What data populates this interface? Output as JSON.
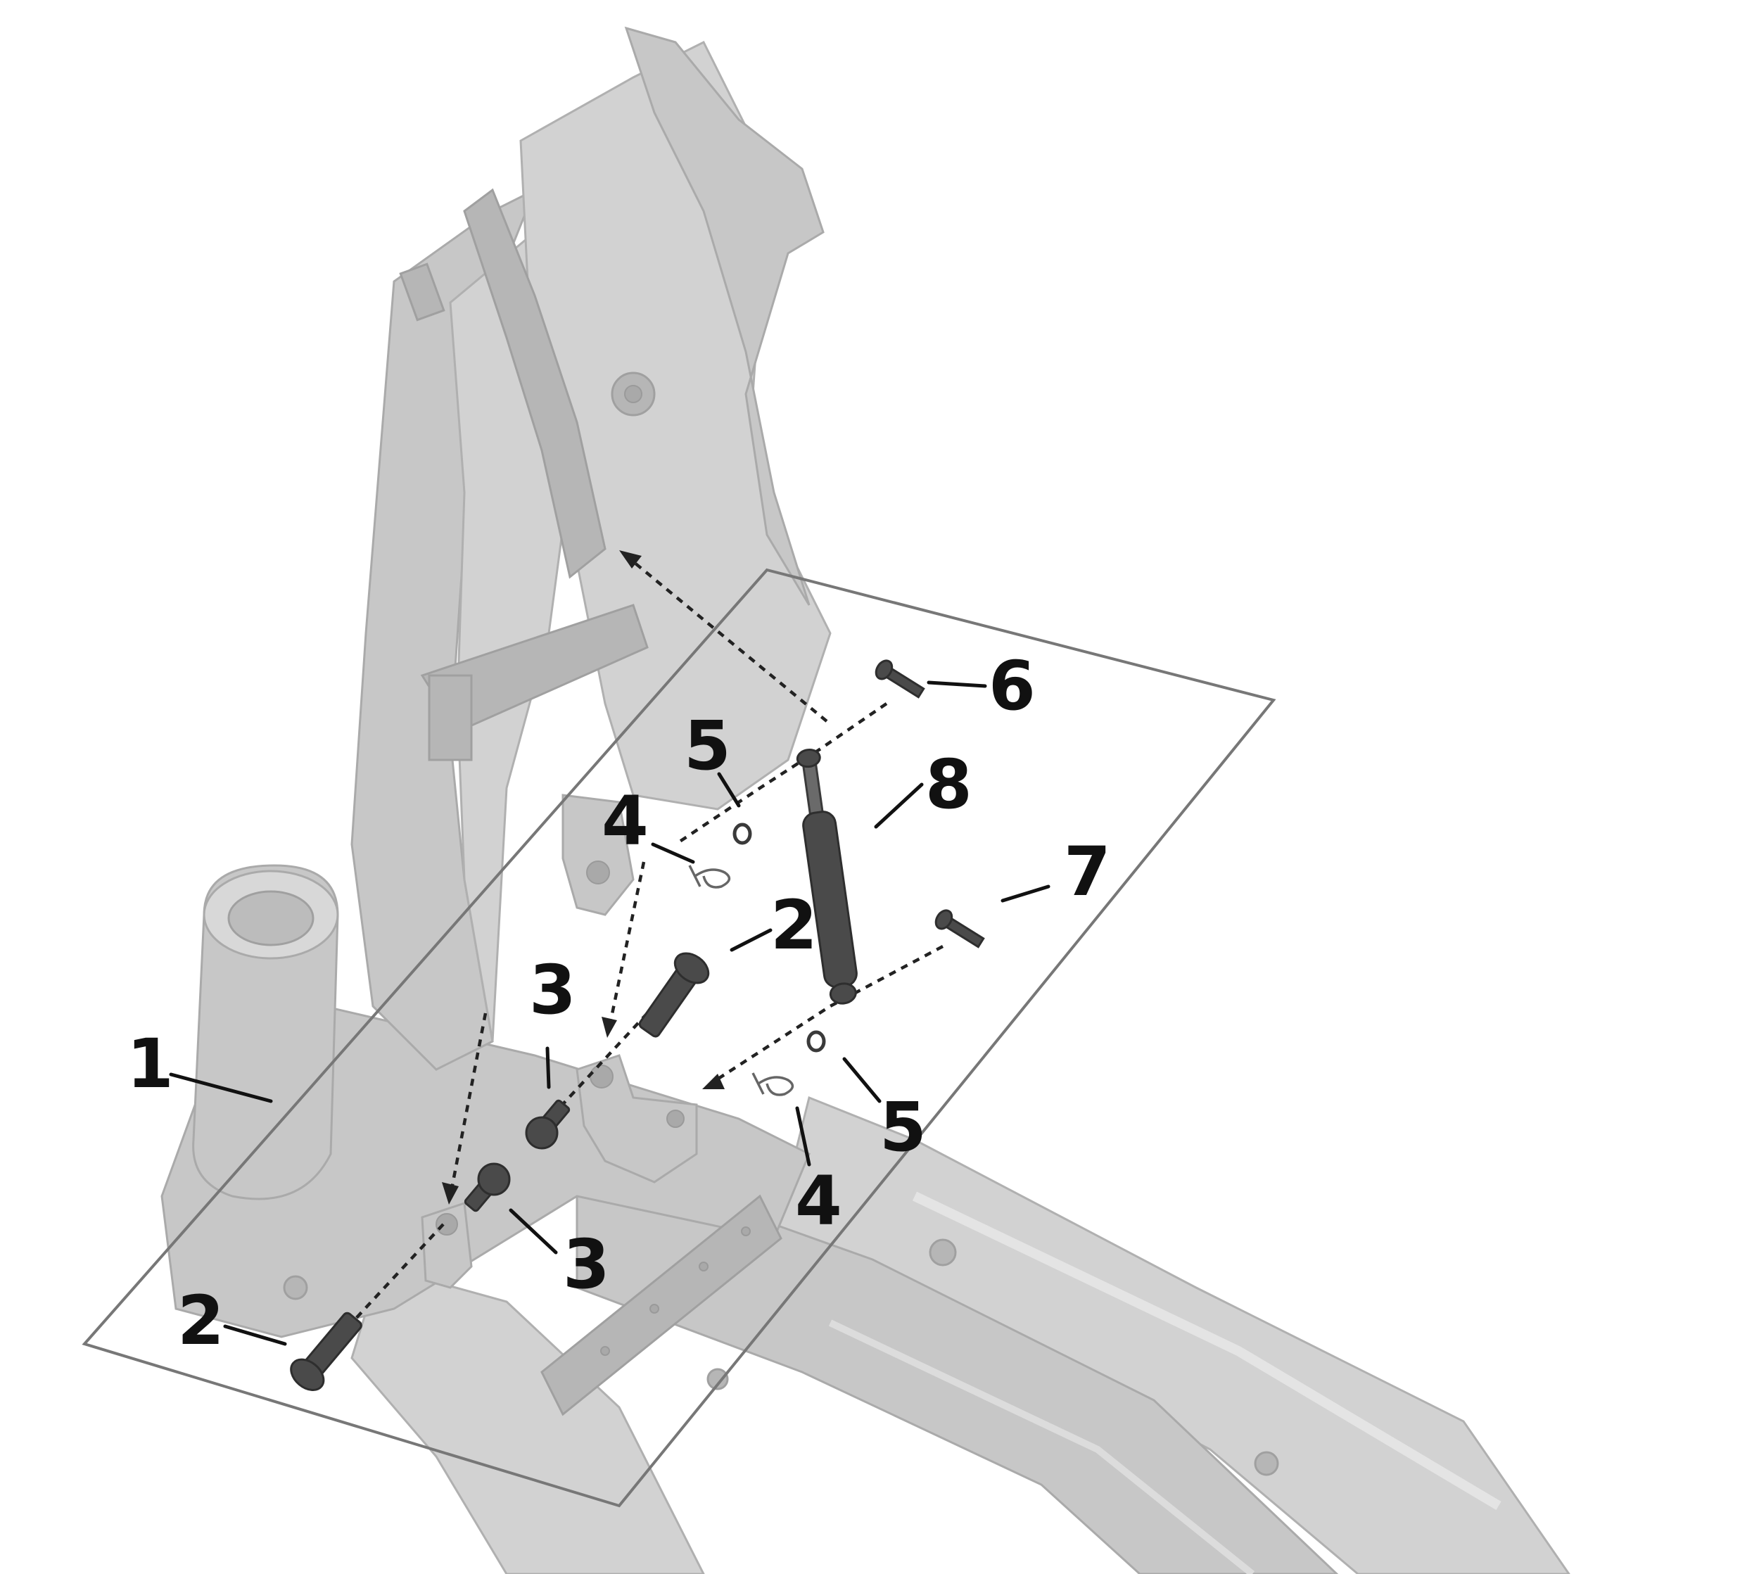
{
  "callouts": [
    {
      "id": "1",
      "label": "1"
    },
    {
      "id": "2",
      "label": "2"
    },
    {
      "id": "3",
      "label": "3"
    },
    {
      "id": "4",
      "label": "4"
    },
    {
      "id": "5",
      "label": "5"
    },
    {
      "id": "6",
      "label": "6"
    },
    {
      "id": "7",
      "label": "7"
    },
    {
      "id": "8",
      "label": "8"
    }
  ],
  "colors": {
    "frame": "#c7c7c7",
    "hardware": "#4a4a4a",
    "inset_outline": "#777777",
    "callout_text": "#111111"
  }
}
